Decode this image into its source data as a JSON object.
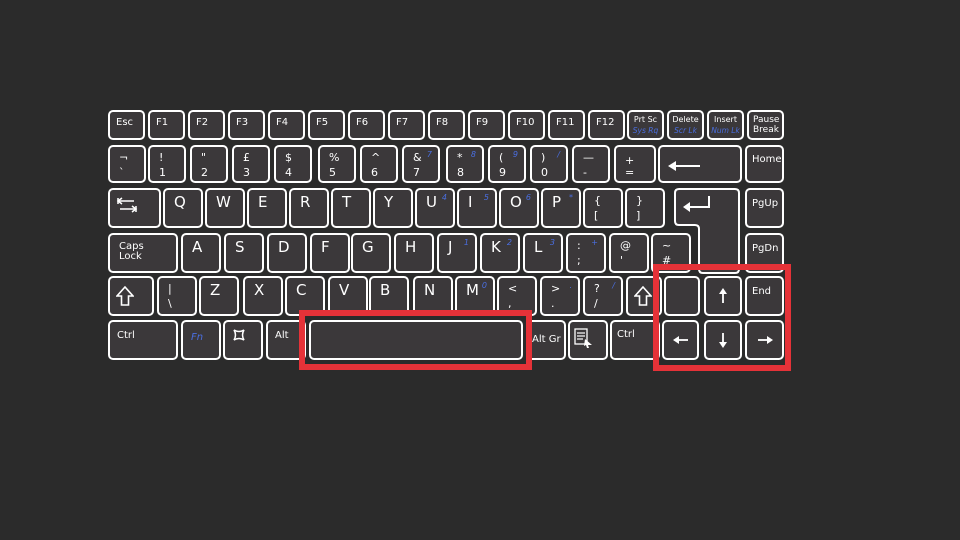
{
  "colors": {
    "background": "#2b2b2b",
    "key_fill": "#3b383a",
    "key_border": "#ffffff",
    "highlight": "#e53238",
    "fn_blue": "#4a6ee0"
  },
  "rows": {
    "function": [
      "Esc",
      "F1",
      "F2",
      "F3",
      "F4",
      "F5",
      "F6",
      "F7",
      "F8",
      "F9",
      "F10",
      "F11",
      "F12"
    ],
    "prtsc": {
      "label": "Prt Sc",
      "fn": "Sys Rq"
    },
    "delete": {
      "label": "Delete",
      "fn": "Scr Lk"
    },
    "insert": {
      "label": "Insert",
      "fn": "Num Lk"
    },
    "pause": {
      "line1": "Pause",
      "line2": "Break"
    },
    "number": [
      {
        "upper": "¬",
        "lower": "`"
      },
      {
        "upper": "!",
        "lower": "1"
      },
      {
        "upper": "\"",
        "lower": "2"
      },
      {
        "upper": "£",
        "lower": "3"
      },
      {
        "upper": "$",
        "lower": "4"
      },
      {
        "upper": "%",
        "lower": "5"
      },
      {
        "upper": "^",
        "lower": "6"
      },
      {
        "upper": "&",
        "lower": "7",
        "blue": "7"
      },
      {
        "upper": "*",
        "lower": "8",
        "blue": "8"
      },
      {
        "upper": "(",
        "lower": "9",
        "blue": "9"
      },
      {
        "upper": ")",
        "lower": "0",
        "blue": "/"
      },
      {
        "upper": "—",
        "lower": "-",
        "blue": ""
      },
      {
        "upper": "+",
        "lower": "="
      }
    ],
    "home": "Home",
    "qwerty": [
      {
        "l": "Q"
      },
      {
        "l": "W"
      },
      {
        "l": "E"
      },
      {
        "l": "R"
      },
      {
        "l": "T"
      },
      {
        "l": "Y"
      },
      {
        "l": "U",
        "blue": "4"
      },
      {
        "l": "I",
        "blue": "5"
      },
      {
        "l": "O",
        "blue": "6"
      },
      {
        "l": "P",
        "blue": "*"
      }
    ],
    "brackets": [
      {
        "upper": "{",
        "lower": "["
      },
      {
        "upper": "}",
        "lower": "]"
      }
    ],
    "pgup": "PgUp",
    "caps": {
      "line1": "Caps",
      "line2": "Lock"
    },
    "asdf": [
      {
        "l": "A"
      },
      {
        "l": "S"
      },
      {
        "l": "D"
      },
      {
        "l": "F"
      },
      {
        "l": "G"
      },
      {
        "l": "H"
      },
      {
        "l": "J",
        "blue": "1"
      },
      {
        "l": "K",
        "blue": "2"
      },
      {
        "l": "L",
        "blue": "3"
      }
    ],
    "semi": {
      "upper": ":",
      "lower": ";",
      "blue": "+"
    },
    "quote": {
      "upper": "@",
      "lower": "'"
    },
    "hash": {
      "upper": "~",
      "lower": "#"
    },
    "pgdn": "PgDn",
    "pipe": {
      "upper": "|",
      "lower": "\\"
    },
    "zxcv": [
      {
        "l": "Z"
      },
      {
        "l": "X"
      },
      {
        "l": "C"
      },
      {
        "l": "V"
      },
      {
        "l": "B"
      },
      {
        "l": "N"
      },
      {
        "l": "M",
        "blue": "0"
      }
    ],
    "comma": {
      "upper": "<",
      "lower": ","
    },
    "period": {
      "upper": ">",
      "lower": ".",
      "blue": "."
    },
    "slash": {
      "upper": "?",
      "lower": "/",
      "blue": "/"
    },
    "end": "End",
    "bottom": {
      "ctrl": "Ctrl",
      "fn": "Fn",
      "alt": "Alt",
      "altgr": "Alt Gr",
      "ctrl_r": "Ctrl"
    }
  },
  "icons": [
    "tab-icon",
    "enter-icon",
    "shift-icon",
    "arrow-up-icon",
    "arrow-down-icon",
    "arrow-left-icon",
    "arrow-right-icon",
    "backspace-icon",
    "windows-icon",
    "menu-icon"
  ]
}
